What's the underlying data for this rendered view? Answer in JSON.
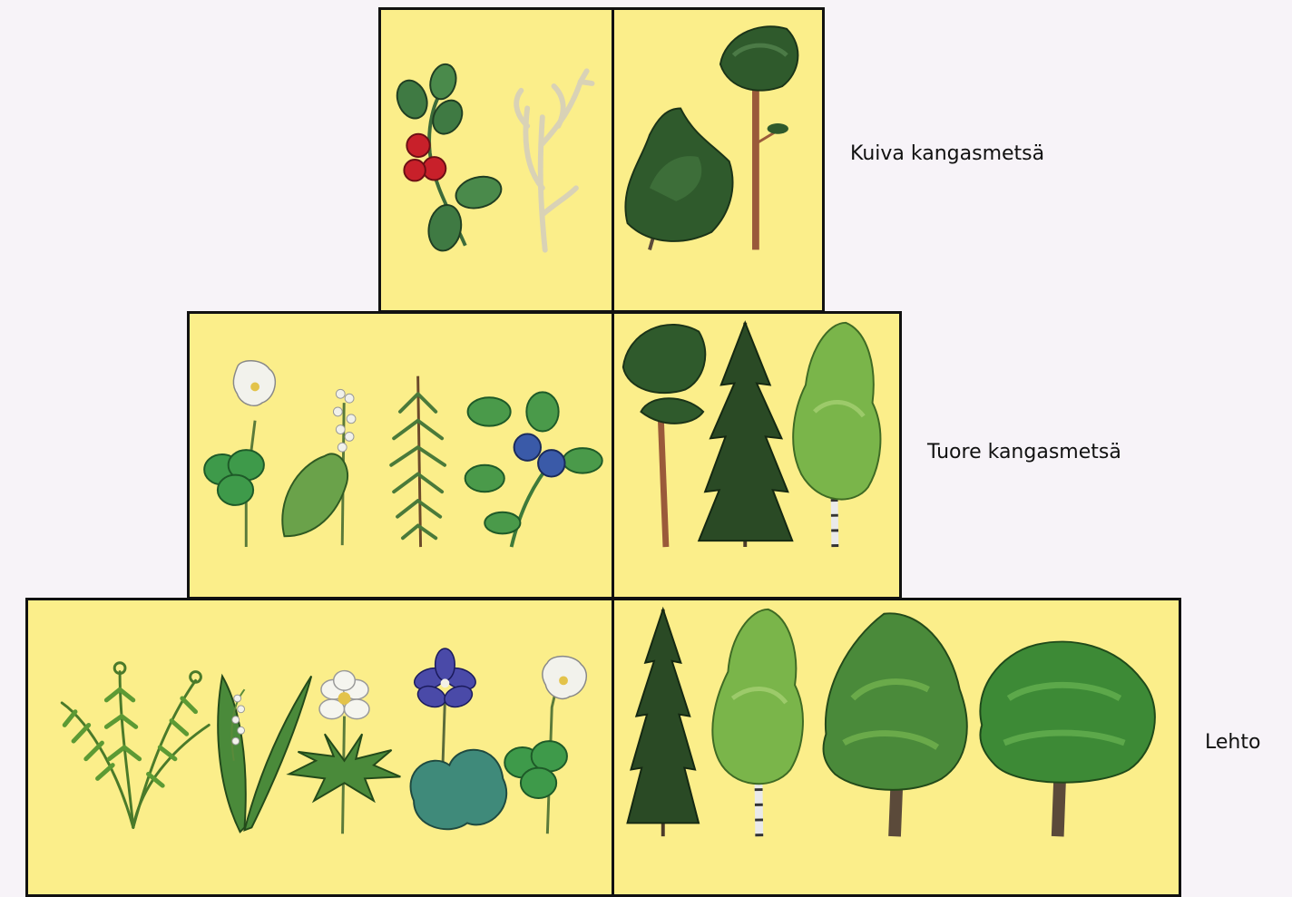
{
  "levels": [
    {
      "label": "Kuiva kangasmetsä"
    },
    {
      "label": "Tuore kangasmetsä"
    },
    {
      "label": "Lehto"
    }
  ],
  "colors": {
    "background": "#f7f3f8",
    "box_fill": "#fbee8a",
    "border": "#111111"
  },
  "icons": {
    "kuiva_plants": [
      "lingonberry-icon",
      "reindeer-lichen-icon"
    ],
    "kuiva_trees": [
      "spruce-bush-icon",
      "pine-tree-icon"
    ],
    "tuore_plants": [
      "wood-sorrel-icon",
      "may-lily-icon",
      "club-moss-icon",
      "bilberry-icon"
    ],
    "tuore_trees": [
      "pine-tree-icon",
      "spruce-tree-icon",
      "birch-tree-icon"
    ],
    "lehto_plants": [
      "fern-icon",
      "lily-of-the-valley-icon",
      "wood-anemone-icon",
      "hepatica-icon",
      "wood-sorrel-icon"
    ],
    "lehto_trees": [
      "spruce-tree-icon",
      "birch-tree-icon",
      "linden-tree-icon",
      "maple-tree-icon"
    ]
  }
}
